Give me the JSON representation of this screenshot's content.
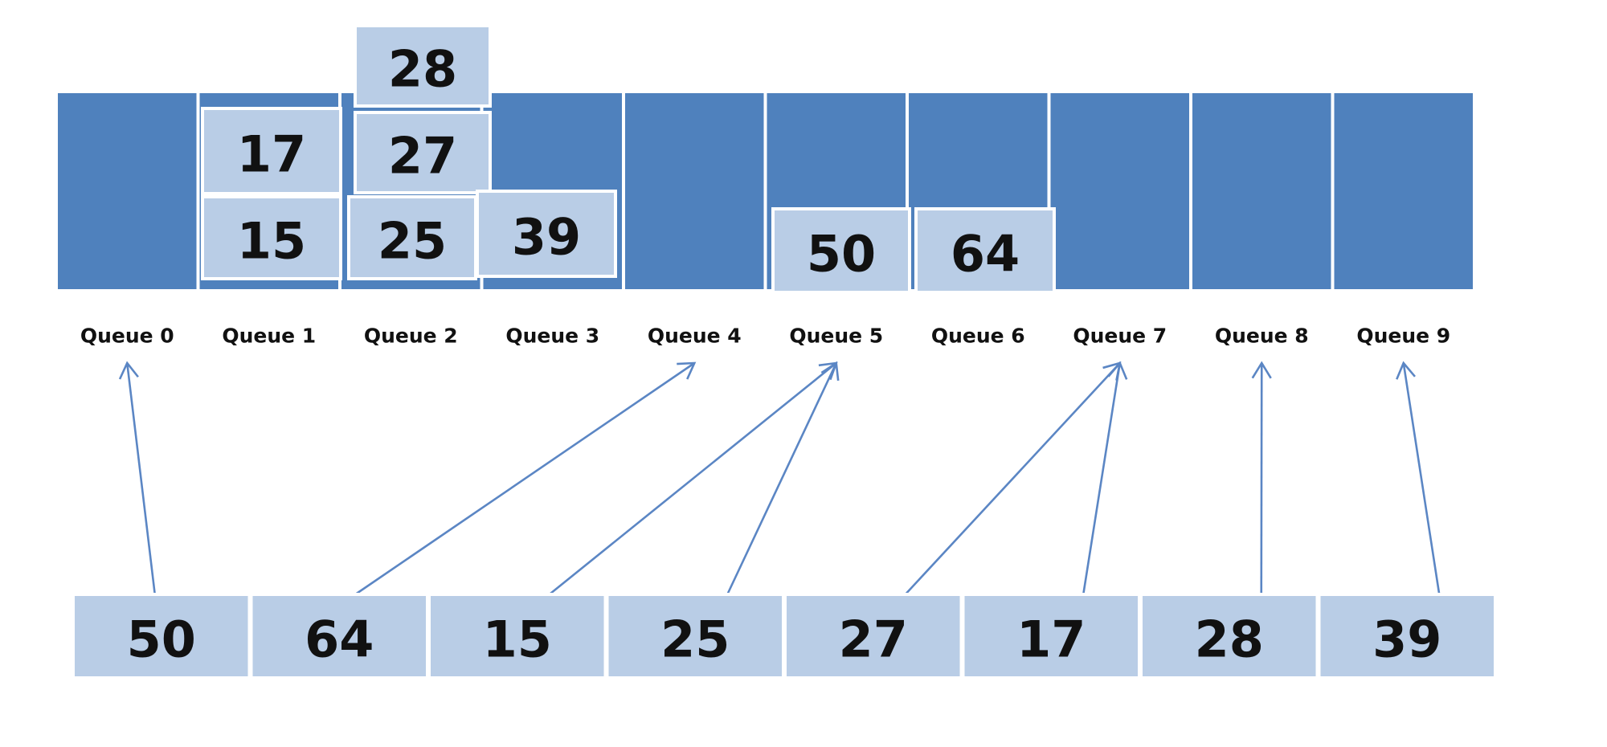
{
  "queues": [
    "Queue 0",
    "Queue 1",
    "Queue 2",
    "Queue 3",
    "Queue 4",
    "Queue 5",
    "Queue 6",
    "Queue 7",
    "Queue 8",
    "Queue 9"
  ],
  "input": [
    "50",
    "64",
    "15",
    "25",
    "27",
    "17",
    "28",
    "39"
  ],
  "queue_contents": [
    [],
    [
      "15",
      "17"
    ],
    [
      "25",
      "27",
      "28"
    ],
    [
      "39"
    ],
    [],
    [
      "50"
    ],
    [
      "64"
    ],
    [],
    [],
    []
  ],
  "colors": {
    "bucket": "#4f81bd",
    "cell": "#b9cde6",
    "arrow": "#5b86c4"
  }
}
